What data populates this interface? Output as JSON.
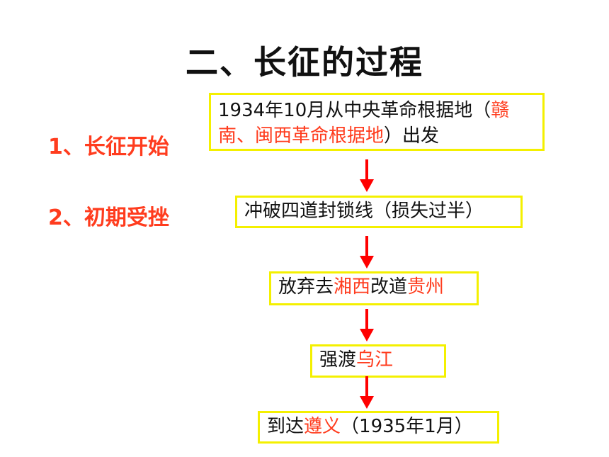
{
  "title": "二、长征的过程",
  "side_labels": {
    "start": "1、长征开始",
    "early": "2、初期受挫"
  },
  "flow": {
    "step1": {
      "line1_a": "1934年10月从中央革命根据地（",
      "line1_b": "赣",
      "line2_a": "南、闽西革命根据地",
      "line2_b": "）出发"
    },
    "step2": {
      "text": "冲破四道封锁线（损失过半）"
    },
    "step3": {
      "a": "放弃去",
      "b": "湘西",
      "c": "改道",
      "d": "贵州"
    },
    "step4": {
      "a": "强渡",
      "b": "乌江"
    },
    "step5": {
      "a": "到达",
      "b": "遵义",
      "c": "（1935年1月）"
    }
  },
  "colors": {
    "highlight": "#ff3c1e",
    "box_border": "#f4f000",
    "arrow": "#ff0000"
  },
  "icons": {
    "arrow": "arrow-down-icon"
  }
}
